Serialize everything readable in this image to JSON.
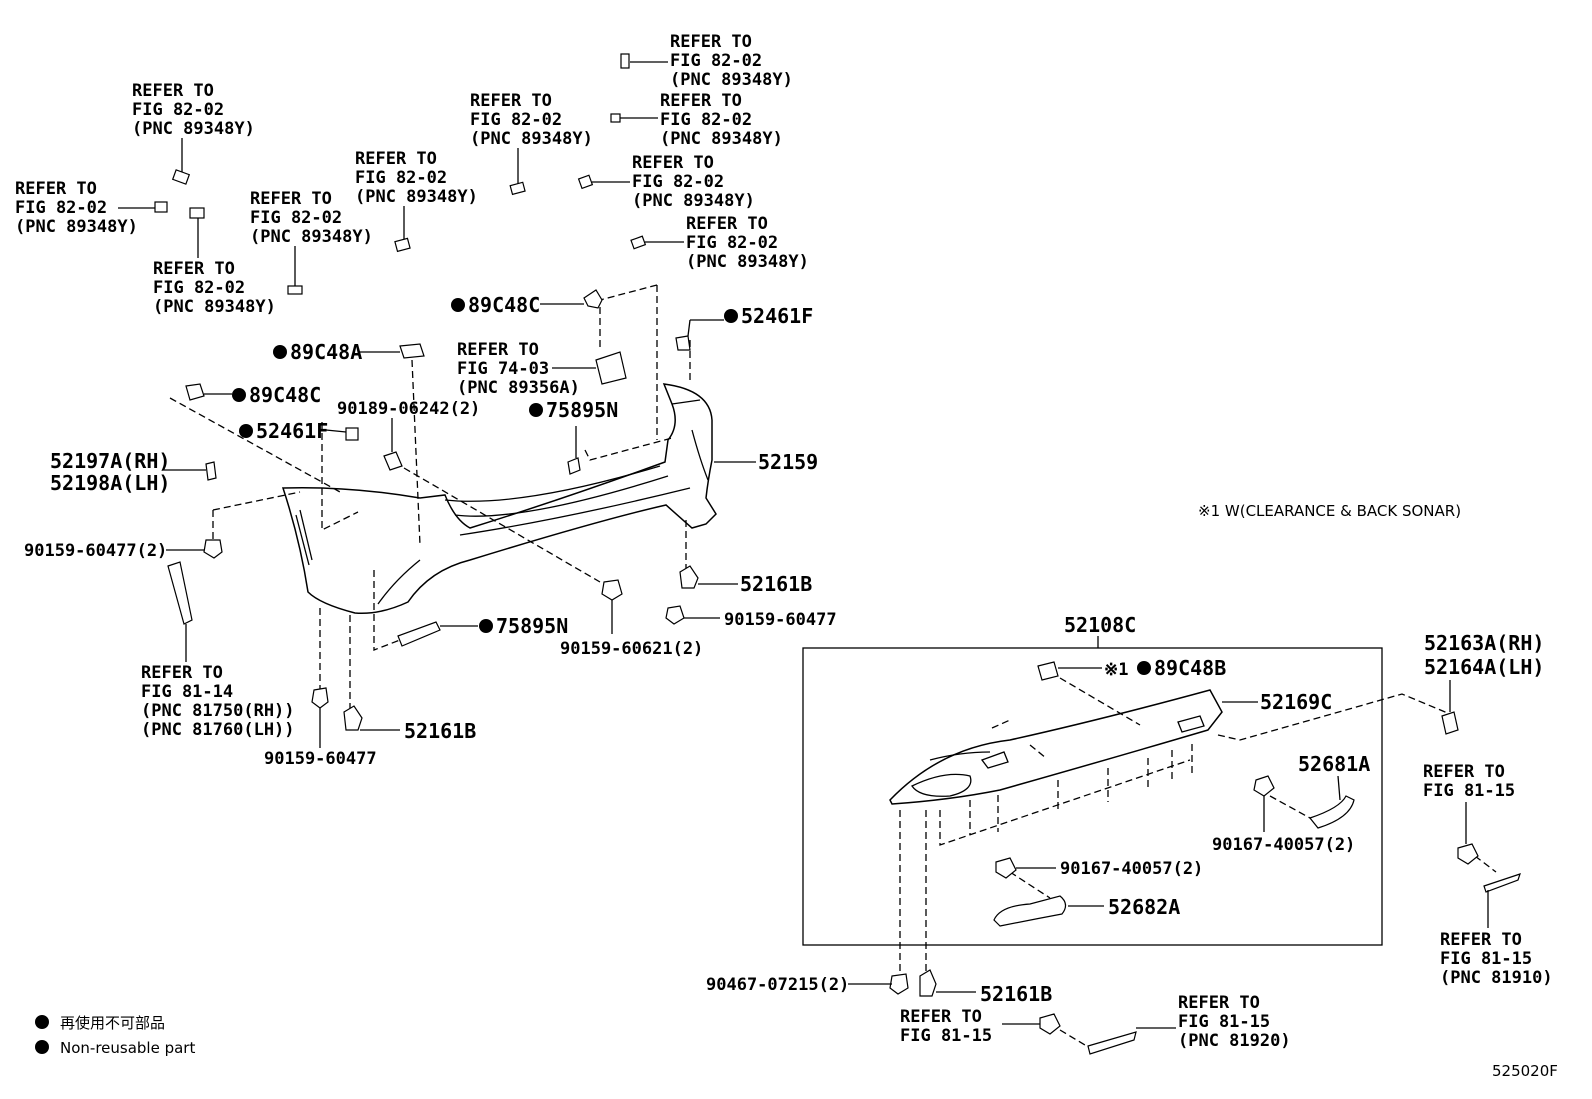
{
  "refs": [
    {
      "lines": [
        "REFER TO",
        "FIG 82-02",
        "(PNC 89348Y)"
      ]
    },
    {
      "lines": [
        "REFER TO",
        "FIG 82-02",
        "(PNC 89348Y)"
      ]
    },
    {
      "lines": [
        "REFER TO",
        "FIG 82-02",
        "(PNC 89348Y)"
      ]
    },
    {
      "lines": [
        "REFER TO",
        "FIG 82-02",
        "(PNC 89348Y)"
      ]
    },
    {
      "lines": [
        "REFER TO",
        "FIG 82-02",
        "(PNC 89348Y)"
      ]
    },
    {
      "lines": [
        "REFER TO",
        "FIG 82-02",
        "(PNC 89348Y)"
      ]
    },
    {
      "lines": [
        "REFER TO",
        "FIG 82-02",
        "(PNC 89348Y)"
      ]
    },
    {
      "lines": [
        "REFER TO",
        "FIG 82-02",
        "(PNC 89348Y)"
      ]
    },
    {
      "lines": [
        "REFER TO",
        "FIG 82-02",
        "(PNC 89348Y)"
      ]
    },
    {
      "lines": [
        "REFER TO",
        "FIG 82-02",
        "(PNC 89348Y)"
      ]
    },
    {
      "lines": [
        "REFER TO",
        "FIG 74-03",
        "(PNC 89356A)"
      ]
    },
    {
      "lines": [
        "REFER TO",
        "FIG 81-14",
        "(PNC 81750(RH))",
        "(PNC 81760(LH))"
      ]
    },
    {
      "lines": [
        "REFER TO",
        "FIG 81-15"
      ]
    },
    {
      "lines": [
        "REFER TO",
        "FIG 81-15",
        "(PNC 81910)"
      ]
    },
    {
      "lines": [
        "REFER TO",
        "FIG 81-15"
      ]
    },
    {
      "lines": [
        "REFER TO",
        "FIG 81-15",
        "(PNC 81920)"
      ]
    }
  ],
  "parts": {
    "p89c48c_top": "89C48C",
    "p52461f_top": "52461F",
    "p89c48a": "89C48A",
    "p89c48c_left": "89C48C",
    "p90189": "90189-06242(2)",
    "p75895n_top": "75895N",
    "p52461f_left": "52461F",
    "p52197a": "52197A(RH)",
    "p52198a": "52198A(LH)",
    "p52159": "52159",
    "p90159_2": "90159-60477(2)",
    "p52161b_right": "52161B",
    "p90159_right": "90159-60477",
    "p75895n_bottom": "75895N",
    "p90159_60621": "90159-60621(2)",
    "p52161b_left": "52161B",
    "p90159_bottom": "90159-60477",
    "p52108c": "52108C",
    "p89c48b": "89C48B",
    "p52169c": "52169C",
    "p52681a": "52681A",
    "p90167_right": "90167-40057(2)",
    "p90167_mid": "90167-40057(2)",
    "p52682a": "52682A",
    "p52163a": "52163A(RH)",
    "p52164a": "52164A(LH)",
    "p90467": "90467-07215(2)",
    "p52161b_bottom": "52161B"
  },
  "note_mark": "※1",
  "note_text": "※1 W(CLEARANCE & BACK SONAR)",
  "legend": {
    "jp": "再使用不可部品",
    "en": "Non-reusable part"
  },
  "figure_code": "525020F"
}
